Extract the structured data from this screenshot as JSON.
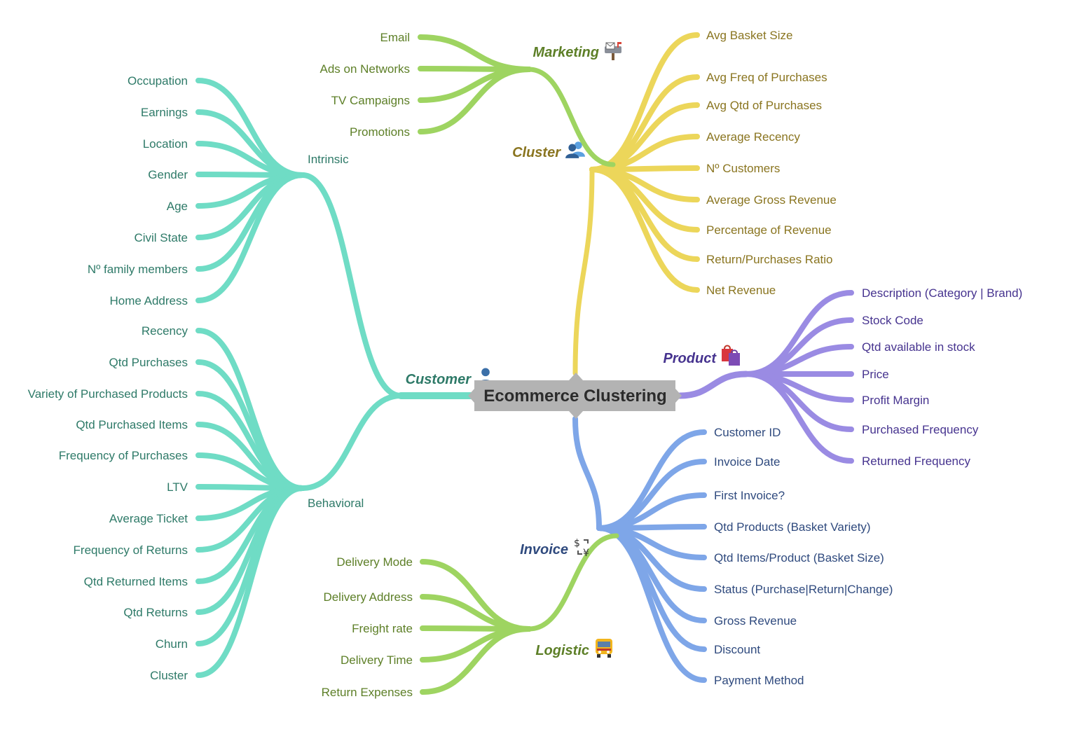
{
  "root": {
    "label": "Ecommerce Clustering"
  },
  "colors": {
    "customer": "#6fdcc5",
    "customer_text": "#2e7a68",
    "marketing": "#9ed461",
    "marketing_text": "#5d7f27",
    "cluster": "#ecd65a",
    "cluster_text": "#8a7520",
    "product": "#9a8be3",
    "product_text": "#46338f",
    "invoice": "#7ea6e8",
    "invoice_text": "#2f4a7e",
    "logistic": "#9ed461",
    "logistic_text": "#5d7f27",
    "root_fill": "#b3b3b3"
  },
  "branches": {
    "marketing": {
      "label": "Marketing",
      "icon": "mailbox-icon",
      "items": [
        "Email",
        "Ads on Networks",
        "TV Campaigns",
        "Promotions"
      ]
    },
    "cluster": {
      "label": "Cluster",
      "icon": "users-icon",
      "items": [
        "Avg Basket Size",
        "Avg Freq of Purchases",
        "Avg Qtd of Purchases",
        "Average Recency",
        "Nº Customers",
        "Average Gross Revenue",
        "Percentage of Revenue",
        "Return/Purchases Ratio",
        "Net Revenue"
      ]
    },
    "customer": {
      "label": "Customer",
      "icon": "user-icon",
      "intrinsic": {
        "label": "Intrinsic",
        "items": [
          "Occupation",
          "Earnings",
          "Location",
          "Gender",
          "Age",
          "Civil State",
          "Nº family members",
          "Home Address"
        ]
      },
      "behavioral": {
        "label": "Behavioral",
        "items": [
          "Recency",
          "Qtd Purchases",
          "Variety of Purchased Products",
          "Qtd Purchased Items",
          "Frequency of Purchases",
          "LTV",
          "Average Ticket",
          "Frequency of Returns",
          "Qtd Returned Items",
          "Qtd Returns",
          "Churn",
          "Cluster"
        ]
      }
    },
    "product": {
      "label": "Product",
      "icon": "shopping-bags-icon",
      "items": [
        "Description (Category | Brand)",
        "Stock Code",
        "Qtd available in stock",
        "Price",
        "Profit Margin",
        "Purchased Frequency",
        "Returned Frequency"
      ]
    },
    "invoice": {
      "label": "Invoice",
      "icon": "currency-exchange-icon",
      "items": [
        "Customer ID",
        "Invoice Date",
        "First Invoice?",
        "Qtd Products (Basket Variety)",
        "Qtd Items/Product (Basket Size)",
        "Status (Purchase|Return|Change)",
        "Gross Revenue",
        "Discount",
        "Payment Method"
      ]
    },
    "logistic": {
      "label": "Logistic",
      "icon": "bus-icon",
      "items": [
        "Delivery Mode",
        "Delivery Address",
        "Freight rate",
        "Delivery Time",
        "Return Expenses"
      ]
    }
  }
}
